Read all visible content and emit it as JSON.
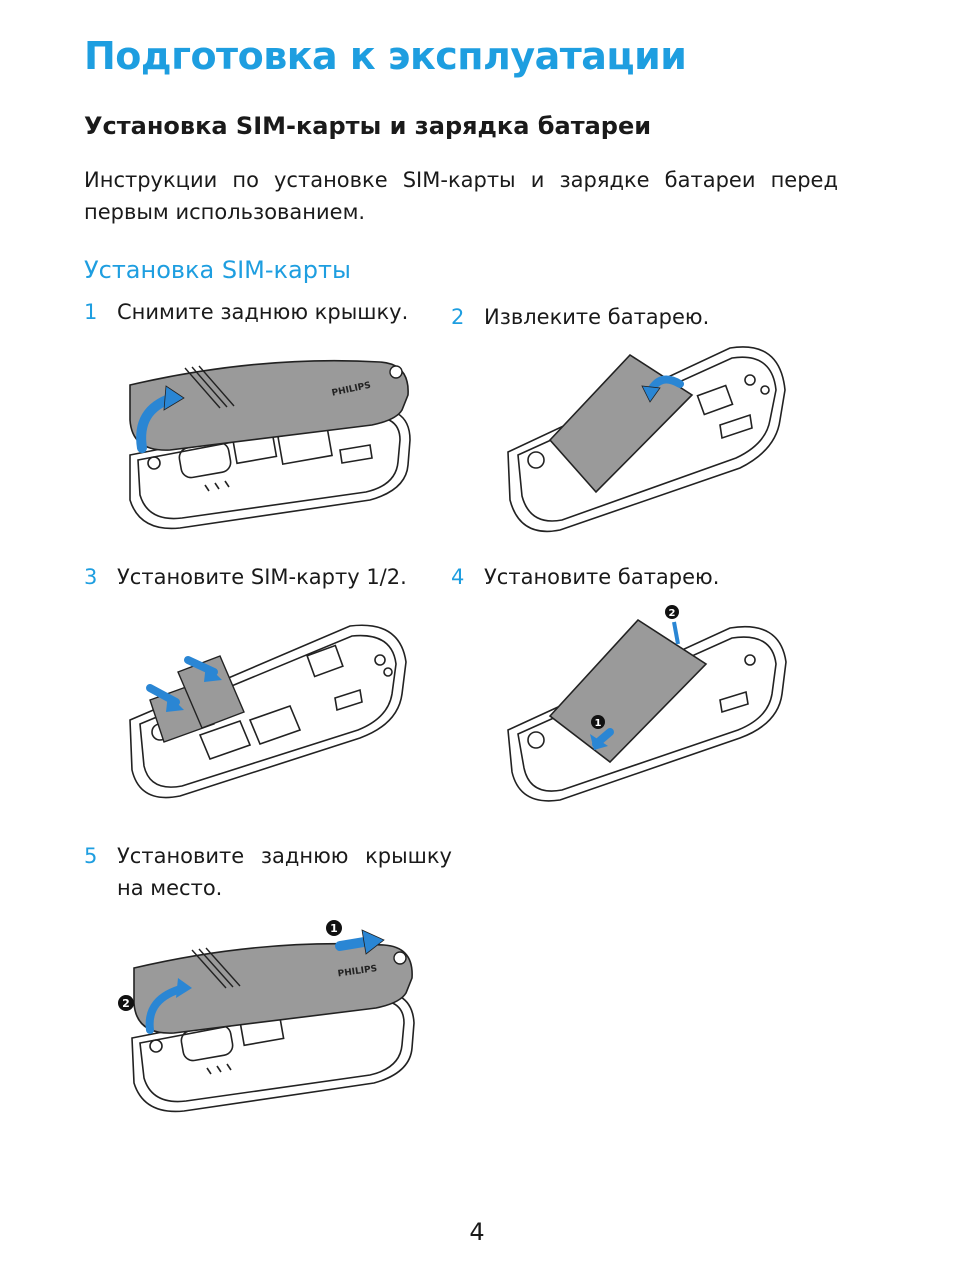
{
  "page": {
    "title": "Подготовка к эксплуатации",
    "subtitle": "Установка SIM-карты и зарядка батареи",
    "intro": "Инструкции по установке SIM-карты и зарядке батареи перед первым использованием.",
    "section": "Установка SIM-карты",
    "page_number": "4"
  },
  "steps": [
    {
      "num": "1",
      "text": "Снимите заднюю крышку."
    },
    {
      "num": "2",
      "text": "Извлеките батарею."
    },
    {
      "num": "3",
      "text": "Установите SIM-карту 1/2."
    },
    {
      "num": "4",
      "text": "Установите батарею."
    },
    {
      "num": "5",
      "text": "Установите заднюю крышку на место."
    }
  ],
  "figures": {
    "brand": "PHILIPS",
    "badge_1": "1",
    "badge_2": "2"
  },
  "colors": {
    "accent": "#1e9ee0",
    "arrow": "#2a86d4",
    "cover": "#9a9a9a"
  }
}
